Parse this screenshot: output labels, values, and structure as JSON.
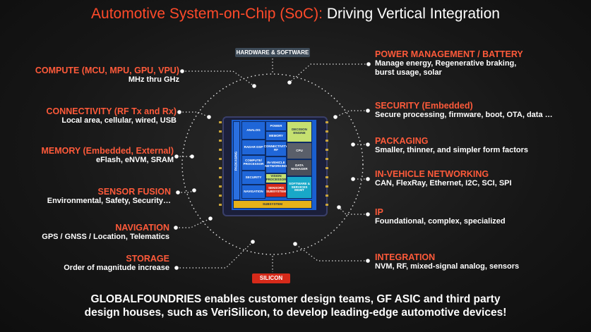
{
  "title": {
    "part1": "Automotive System-on-Chip (SoC):",
    "part2": "Driving Vertical Integration"
  },
  "tags": {
    "top": "HARDWARE & SOFTWARE",
    "bottom": "SILICON"
  },
  "left": [
    {
      "title": "COMPUTE (MCU, MPU, GPU, VPU)",
      "sub": "MHz thru GHz"
    },
    {
      "title": "CONNECTIVITY (RF Tx and Rx)",
      "sub": "Local area, cellular, wired, USB"
    },
    {
      "title": "MEMORY  (Embedded, External)",
      "sub": "eFlash, eNVM, SRAM"
    },
    {
      "title": "SENSOR FUSION",
      "sub": "Environmental, Safety, Security…"
    },
    {
      "title": "NAVIGATION",
      "sub": "GPS / GNSS / Location, Telematics"
    },
    {
      "title": "STORAGE",
      "sub": "Order of magnitude increase"
    }
  ],
  "right": [
    {
      "title": "POWER MANAGEMENT / BATTERY",
      "sub": "Manage energy, Regenerative braking,",
      "sub2": "burst usage, solar"
    },
    {
      "title": "SECURITY (Embedded)",
      "sub": "Secure processing, firmware, boot, OTA, data …"
    },
    {
      "title": "PACKAGING",
      "sub": "Smaller, thinner, and simpler form factors"
    },
    {
      "title": "IN-VEHICLE NETWORKING",
      "sub": "CAN, FlexRay, Ethernet, I2C, SCI, SPI"
    },
    {
      "title": "IP",
      "sub": "Foundational, complex, specialized"
    },
    {
      "title": "INTEGRATION",
      "sub": "NVM, RF, mixed-signal analog, sensors"
    }
  ],
  "chip": {
    "analog": "ANALOG",
    "power": "POWER",
    "memory": "MEMORY",
    "decision": "DECISION ENGINE",
    "radar": "RADAR DSP",
    "conn": "CONNECTIVITY/ RF",
    "cpu": "CPU",
    "packaging": "PACKAGING",
    "compute": "COMPUTE/ PROCESSOR",
    "ivn": "IN-VEHICLE NETWORKING",
    "data": "DATA MANAGER",
    "security": "SECURITY",
    "vision": "VISION PROCESSOR",
    "nav": "NAVIGATION",
    "sensors": "SENSORS SUBSYSTEM",
    "software": "SOFTWARE & SERVICES MGMT",
    "subsystem": "SUBSYSTEM"
  },
  "footer": {
    "line1": "GLOBALFOUNDRIES enables customer design teams, GF ASIC and third party",
    "line2": "design houses, such as VeriSilicon, to develop leading-edge automotive devices!"
  },
  "colors": {
    "accent": "#ff5a3a",
    "chip_blue": "#1a5fd0",
    "chip_yellow": "#e6b21a",
    "chip_green": "#c5e070",
    "chip_red": "#d42a1a",
    "chip_teal": "#18a8c8",
    "chip_gray": "#5a5f6a"
  }
}
